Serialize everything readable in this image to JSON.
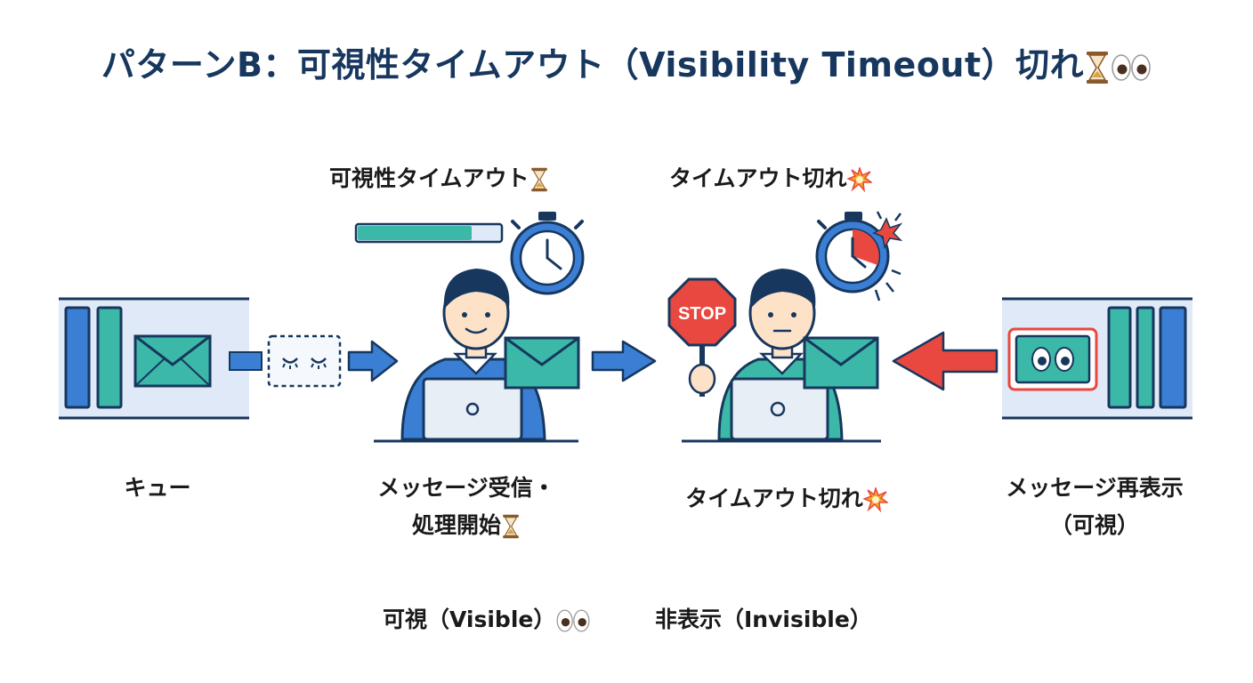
{
  "title": "パターンB：可視性タイムアウト（Visibility Timeout）切れ",
  "timer_top_label": "可視性タイムアウト",
  "expired_top_label": "タイムアウト切れ",
  "stop_sign_text": "STOP",
  "queue_label": "キュー",
  "receive_label_line1": "メッセージ受信・",
  "receive_label_line2": "処理開始",
  "expired_label": "タイムアウト切れ",
  "redisplay_label_line1": "メッセージ再表示",
  "redisplay_label_line2": "（可視）",
  "legend_visible": "可視（Visible）",
  "legend_invisible": "非表示（Invisible）",
  "colors": {
    "navy": "#17375e",
    "blue": "#3b7fd4",
    "teal": "#3cb8a8",
    "red": "#e8483f",
    "queue_bg": "#dfe9f7"
  }
}
